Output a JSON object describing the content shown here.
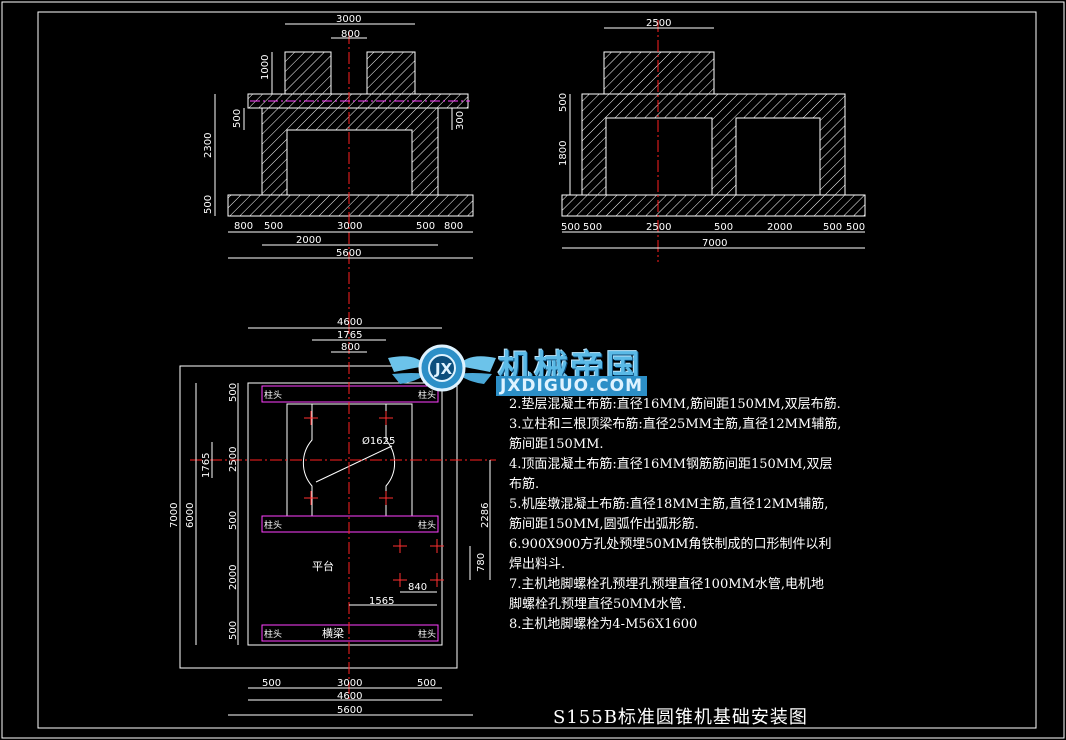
{
  "title": "S155B标准圆锥机基础安装图",
  "notes": [
    "2.垫层混凝土布筋:直径16MM,筋间距150MM,双层布筋.",
    "3.立柱和三根顶梁布筋:直径25MM主筋,直径12MM辅筋,",
    "筋间距150MM.",
    "4.顶面混凝土布筋:直径16MM钢筋筋间距150MM,双层",
    "布筋.",
    "5.机座墩混凝土布筋:直径18MM主筋,直径12MM辅筋,",
    "筋间距150MM,圆弧作出弧形筋.",
    "6.900X900方孔处预埋50MM角铁制成的口形制件以利",
    "焊出料斗.",
    "7.主机地脚螺栓孔预埋孔预埋直径100MM水管,电机地",
    "脚螺栓孔预埋直径50MM水管.",
    "8.主机地脚螺栓为4-M56X1600"
  ],
  "watermark": {
    "cn": "机械帝国",
    "en": "JXDIGUO.COM"
  },
  "front_view": {
    "dims_top": [
      "3000",
      "800"
    ],
    "dims_left": [
      "1000",
      "500",
      "2300",
      "500"
    ],
    "dims_right": [
      "300"
    ],
    "dims_bottom": [
      "800",
      "500",
      "3000",
      "500",
      "800",
      "2000",
      "5600"
    ]
  },
  "side_view": {
    "dims_top": [
      "2500"
    ],
    "dims_left": [
      "500",
      "1800"
    ],
    "dims_bottom": [
      "500",
      "500",
      "2500",
      "500",
      "2000",
      "500",
      "500",
      "7000"
    ]
  },
  "plan_view": {
    "dims_top": [
      "4600",
      "1765",
      "800"
    ],
    "dims_left": [
      "1765",
      "500",
      "2500",
      "500",
      "2000",
      "500",
      "6000",
      "7000"
    ],
    "dims_right": [
      "2286",
      "780"
    ],
    "dims_inner": [
      "840",
      "1565"
    ],
    "dims_bottom": [
      "500",
      "3000",
      "500",
      "4600",
      "5600"
    ],
    "circle_label": "Ø1625",
    "labels": {
      "post": "柱头",
      "platform": "平台",
      "beam": "横梁"
    }
  }
}
